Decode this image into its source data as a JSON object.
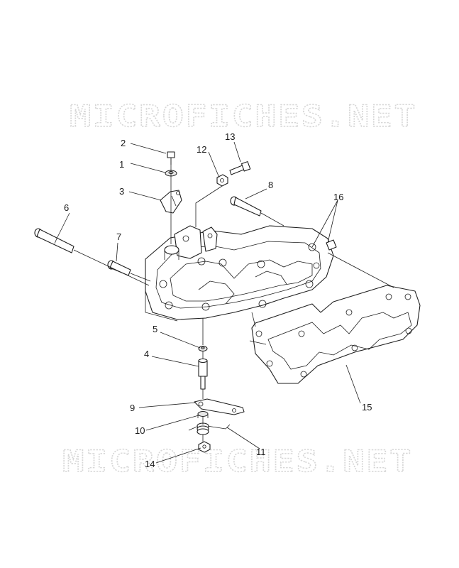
{
  "watermark": {
    "text": "MICROFICHES.NET"
  },
  "callouts": {
    "p1": "1",
    "p2": "2",
    "p3": "3",
    "p4": "4",
    "p5": "5",
    "p6": "6",
    "p7": "7",
    "p8": "8",
    "p9": "9",
    "p10": "10",
    "p11": "11",
    "p12": "12",
    "p13": "13",
    "p14": "14",
    "p15": "15",
    "p16": "16"
  }
}
